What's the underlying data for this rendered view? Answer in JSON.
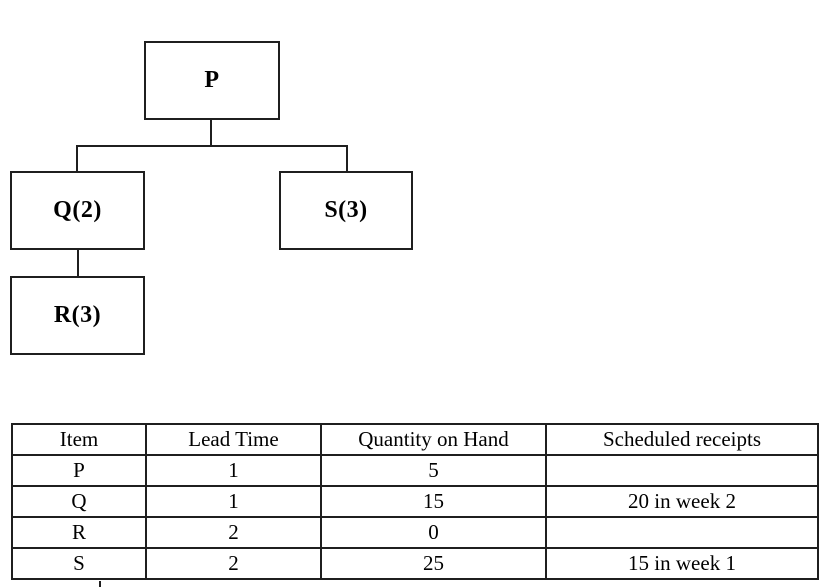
{
  "diagram": {
    "nodes": [
      {
        "id": "P",
        "label": "P"
      },
      {
        "id": "Q",
        "label": "Q(2)"
      },
      {
        "id": "S",
        "label": "S(3)"
      },
      {
        "id": "R",
        "label": "R(3)"
      }
    ],
    "edges": [
      "P-Q",
      "P-S",
      "Q-R"
    ]
  },
  "table": {
    "headers": [
      "Item",
      "Lead Time",
      "Quantity on Hand",
      "Scheduled receipts"
    ],
    "rows": [
      {
        "item": "P",
        "lead_time": "1",
        "qty_on_hand": "5",
        "scheduled_receipts": ""
      },
      {
        "item": "Q",
        "lead_time": "1",
        "qty_on_hand": "15",
        "scheduled_receipts": "20 in week 2"
      },
      {
        "item": "R",
        "lead_time": "2",
        "qty_on_hand": "0",
        "scheduled_receipts": ""
      },
      {
        "item": "S",
        "lead_time": "2",
        "qty_on_hand": "25",
        "scheduled_receipts": "15 in week 1"
      }
    ]
  },
  "colors": {
    "line": "#1f1f1f",
    "background": "#ffffff",
    "text": "#000000"
  }
}
